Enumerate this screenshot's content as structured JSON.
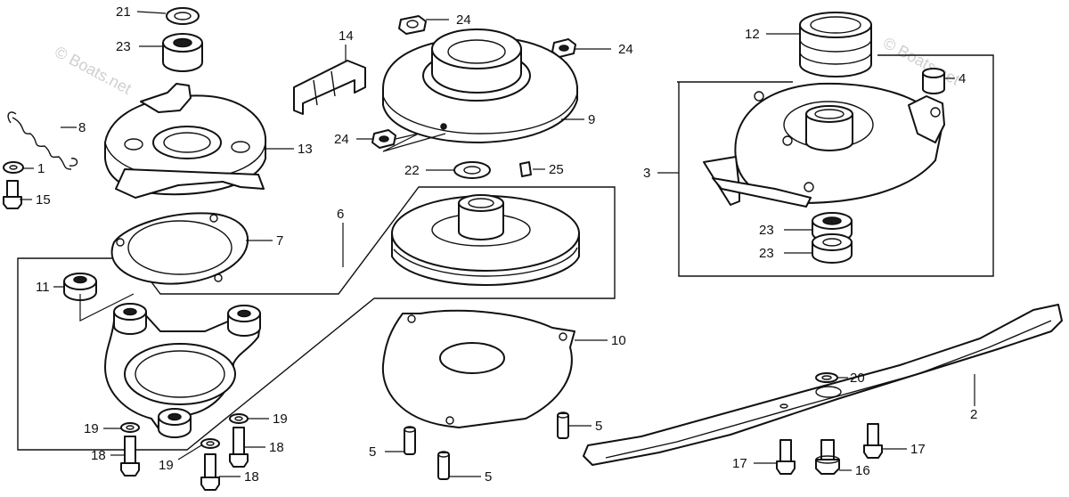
{
  "watermark": {
    "text": "© Boats.net"
  },
  "callouts": {
    "c1": "1",
    "c2": "2",
    "c3": "3",
    "c4": "4",
    "c5a": "5",
    "c5b": "5",
    "c5c": "5",
    "c6": "6",
    "c7": "7",
    "c8": "8",
    "c9": "9",
    "c10": "10",
    "c11": "11",
    "c12": "12",
    "c13": "13",
    "c14": "14",
    "c15": "15",
    "c16": "16",
    "c17a": "17",
    "c17b": "17",
    "c18a": "18",
    "c18b": "18",
    "c18c": "18",
    "c19a": "19",
    "c19b": "19",
    "c19c": "19",
    "c20": "20",
    "c21": "21",
    "c22": "22",
    "c23a": "23",
    "c23b": "23",
    "c23c": "23",
    "c24a": "24",
    "c24b": "24",
    "c24c": "24",
    "c25": "25"
  }
}
